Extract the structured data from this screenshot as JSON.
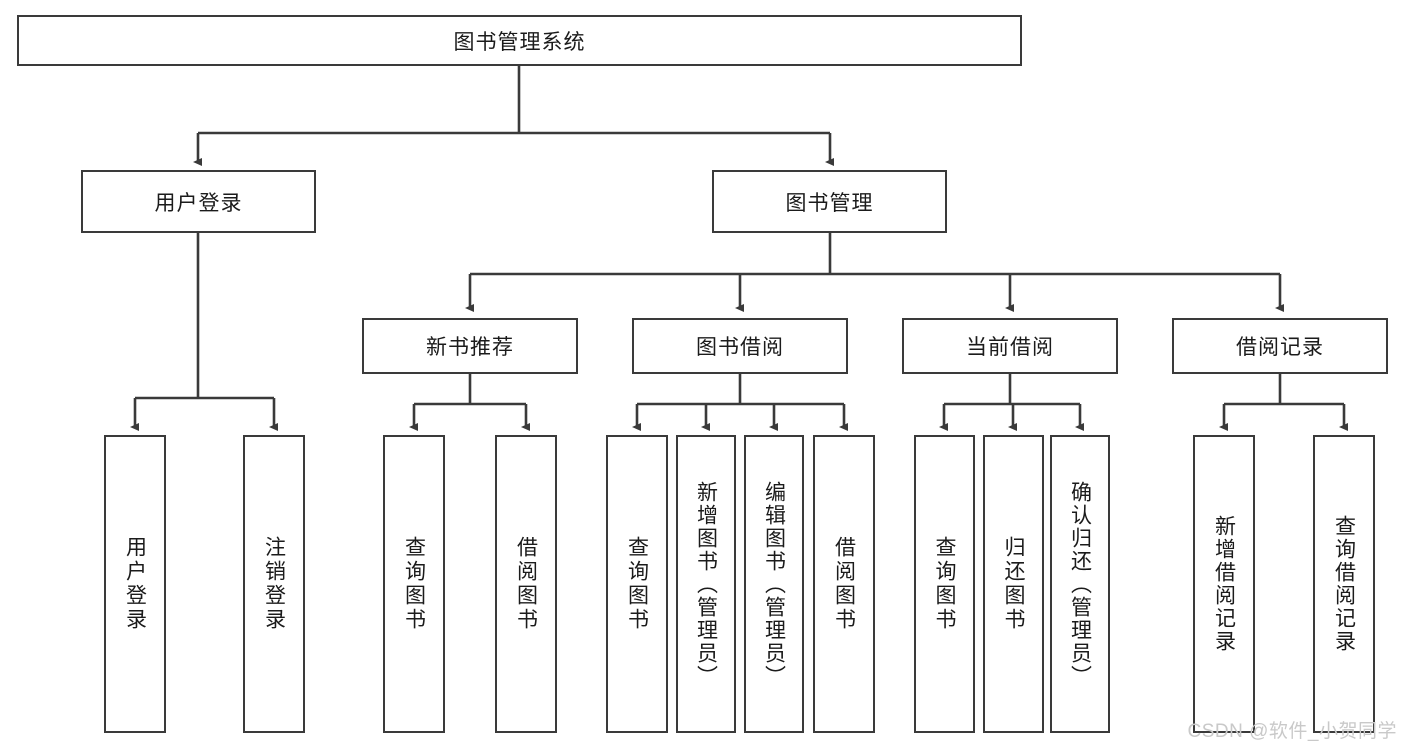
{
  "diagram": {
    "title": "图书管理系统",
    "type": "hierarchy-tree",
    "watermark": "CSDN @软件_小贺同学",
    "colors": {
      "box_border": "#3a3a3a",
      "box_fill": "#ffffff",
      "connector": "#3a3a3a",
      "text": "#1b1b1b",
      "watermark": "#c9c9c9"
    },
    "nodes": {
      "root": {
        "label": "图书管理系统"
      },
      "level1": [
        {
          "label": "用户登录"
        },
        {
          "label": "图书管理"
        }
      ],
      "level2": [
        {
          "label": "新书推荐"
        },
        {
          "label": "图书借阅"
        },
        {
          "label": "当前借阅"
        },
        {
          "label": "借阅记录"
        }
      ],
      "leaves_user_login": [
        {
          "label": "用户登录"
        },
        {
          "label": "注销登录"
        }
      ],
      "leaves_new_book": [
        {
          "label": "查询图书"
        },
        {
          "label": "借阅图书"
        }
      ],
      "leaves_borrow": [
        {
          "label": "查询图书"
        },
        {
          "label": "新增图书（管理员）"
        },
        {
          "label": "编辑图书（管理员）"
        },
        {
          "label": "借阅图书"
        }
      ],
      "leaves_current": [
        {
          "label": "查询图书"
        },
        {
          "label": "归还图书"
        },
        {
          "label": "确认归还（管理员）"
        }
      ],
      "leaves_records": [
        {
          "label": "新增借阅记录"
        },
        {
          "label": "查询借阅记录"
        }
      ]
    }
  }
}
